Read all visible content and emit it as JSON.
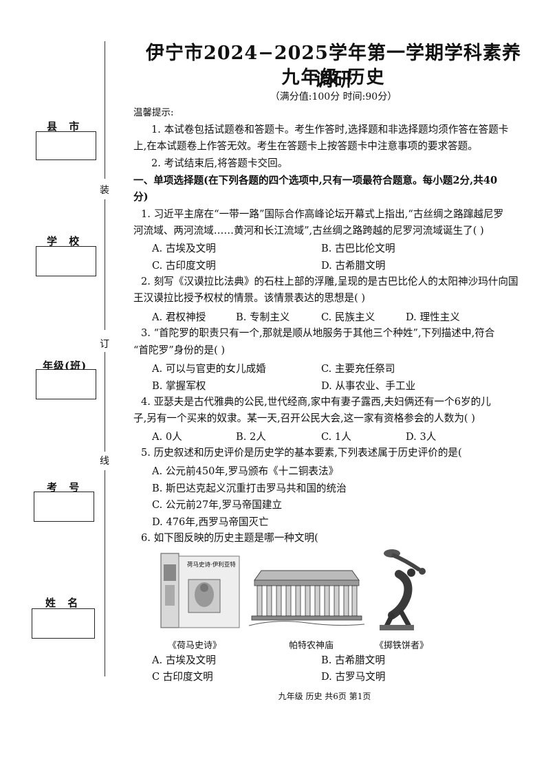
{
  "sidebar": {
    "fields": [
      {
        "label": "县 市"
      },
      {
        "label": "学 校"
      },
      {
        "label": "年级(班)"
      },
      {
        "label": "考 号"
      },
      {
        "label": "姓 名"
      }
    ],
    "bind_chars": [
      "装",
      "订",
      "线"
    ]
  },
  "header": {
    "title": "伊宁市2024−2025学年第一学期学科素养调研",
    "subtitle": "九年级  历史",
    "meta": "（满分值:100分    时间:90分）"
  },
  "notice": {
    "heading": "温馨提示:",
    "item1_line1": "1. 本试卷包括试题卷和答题卡。考生作答时,选择题和非选择题均须作答在答题卡",
    "item1_line2": "上,在本试题卷上作答无效。考生在答题卡上按答题卡中注意事项的要求答题。",
    "item2": "2. 考试结束后,将答题卡交回。"
  },
  "section1": {
    "heading_line1": "一、单项选择题(在下列各题的四个选项中,只有一项最符合题意。每小题2分,共40",
    "heading_line2": "分)"
  },
  "questions": {
    "q1": {
      "line1": "1. 习近平主席在“一带一路”国际合作高峰论坛开幕式上指出,“古丝绸之路蹿越尼罗",
      "line2": "河流域、两河流域……黄河和长江流域”,古丝绸之路跨越的尼罗河流域诞生了(     )",
      "A": "A. 古埃及文明",
      "B": "B. 古巴比伦文明",
      "C": "C. 古印度文明",
      "D": "D. 古希腊文明"
    },
    "q2": {
      "line1": "2. 刻写《汉谟拉比法典》的石柱上部的浮雕,呈现的是古巴比伦人的太阳神沙玛什向国",
      "line2": "王汉谟拉比授予权杖的情景。该情景表达的思想是(     )",
      "A": "A. 君权神授",
      "B": "B. 专制主义",
      "C": "C. 民族主义",
      "D": "D. 理性主义"
    },
    "q3": {
      "line1": "3. “首陀罗的职责只有一个,那就是顺从地服务于其他三个种姓”,下列描述中,符合",
      "line2": "“首陀罗”身份的是(   )",
      "A": "A. 可以与官吏的女儿成婚",
      "B": "B. 掌握军权",
      "C": "C. 主要充任祭司",
      "D": "D. 从事农业、手工业"
    },
    "q4": {
      "line1": "4. 亚瑟夫是古代雅典的公民,世代经商,家中有妻子露西,夫妇俩还有一个6岁的儿",
      "line2": "子,另有一个买来的奴隶。某一天,召开公民大会,这一家有资格参会的人数为(     )",
      "A": "A. 0人",
      "B": "B. 2人",
      "C": "C. 1人",
      "D": "D. 3人"
    },
    "q5": {
      "line1": "5. 历史叙述和历史评价是历史学的基本要素,下列表述属于历史评价的是(   ",
      "A": "A. 公元前450年,罗马颁布《十二铜表法》",
      "B": "B. 斯巴达克起义沉重打击罗马共和国的统治",
      "C": "C. 公元前27年,罗马帝国建立",
      "D": "D. 476年,西罗马帝国灭亡"
    },
    "q6": {
      "line1": "6. 如下图反映的历史主题是哪一种文明(   ",
      "captions": [
        "《荷马史诗》",
        "帕特农神庙",
        "《掷铁饼者》"
      ],
      "book_text": "荷马史诗·伊利亚特",
      "A": "A. 古埃及文明",
      "B": "B. 古希腊文明",
      "C": "C  古印度文明",
      "D": "D. 古罗马文明"
    }
  },
  "footer": "九年级  历史  共6页  第1页"
}
